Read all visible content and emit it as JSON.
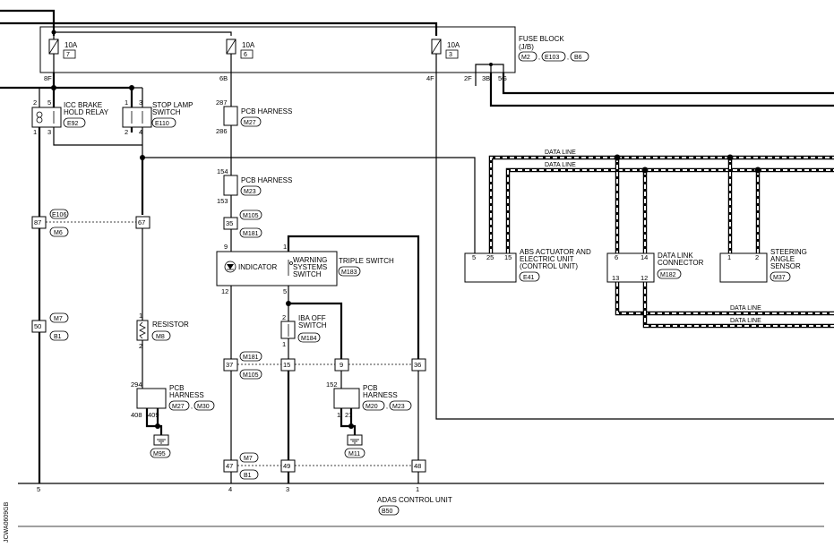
{
  "fuse_block": {
    "title_line1": "FUSE BLOCK",
    "title_line2": "(J/B)",
    "connectors": [
      "M2",
      "E103",
      "B6"
    ],
    "fuses": [
      {
        "amp": "10A",
        "num": "7",
        "pin": "8F"
      },
      {
        "amp": "10A",
        "num": "6",
        "pin": "6B"
      },
      {
        "amp": "10A",
        "num": "3",
        "pin": "4F"
      }
    ],
    "pin_2f": "2F",
    "pin_3b": "3B",
    "pin_5g": "5G"
  },
  "icc_relay": {
    "label_line1": "ICC BRAKE",
    "label_line2": "HOLD RELAY",
    "connector": "E92",
    "pins": [
      "2",
      "5",
      "1",
      "3"
    ]
  },
  "stop_lamp": {
    "label_line1": "STOP LAMP",
    "label_line2": "SWITCH",
    "connector": "E110",
    "pins": [
      "1",
      "3",
      "2",
      "4"
    ]
  },
  "pcb_harness_m27": {
    "label": "PCB HARNESS",
    "connector": "M27",
    "pin_top": "287",
    "pin_bottom": "286"
  },
  "pcb_harness_m23": {
    "label": "PCB HARNESS",
    "connector": "M23",
    "pin_top": "154",
    "pin_bottom": "153"
  },
  "joint_35": {
    "pin": "35",
    "connectors": [
      "M105",
      "M181"
    ]
  },
  "joint_87": {
    "pin": "87",
    "connectors": [
      "E106",
      "M6"
    ]
  },
  "joint_67": {
    "pin": "67"
  },
  "joint_50": {
    "pin": "50",
    "connectors": [
      "M7",
      "B1"
    ]
  },
  "resistor": {
    "label": "RESISTOR",
    "connector": "M8",
    "pin_top": "1",
    "pin_bottom": "2"
  },
  "pcb_harness_m30": {
    "label_line1": "PCB",
    "label_line2": "HARNESS",
    "connectors": [
      "M27",
      "M30"
    ],
    "pins": [
      "294",
      "408",
      "409"
    ],
    "ground": "M95"
  },
  "triple_switch": {
    "title": "TRIPLE SWITCH",
    "connector": "M183",
    "indicator": "INDICATOR",
    "warning_line1": "WARNING",
    "warning_line2": "SYSTEMS",
    "warning_line3": "SWITCH",
    "pins": [
      "9",
      "12",
      "1",
      "5"
    ]
  },
  "iba_switch": {
    "label_line1": "IBA OFF",
    "label_line2": "SWITCH",
    "connector": "M184",
    "pins": [
      "2",
      "1"
    ]
  },
  "row_joints": {
    "pins": [
      "37",
      "15",
      "9",
      "36"
    ],
    "connectors": [
      "M181",
      "M105"
    ]
  },
  "pcb_harness_m20": {
    "label_line1": "PCB",
    "label_line2": "HARNESS",
    "connectors": [
      "M20",
      "M23"
    ],
    "pins": [
      "152",
      "1",
      "21"
    ],
    "ground": "M11"
  },
  "bottom_joints": {
    "pins": [
      "47",
      "49",
      "48"
    ],
    "connectors": [
      "M7",
      "B1"
    ]
  },
  "adas": {
    "label": "ADAS CONTROL UNIT",
    "connector": "B50",
    "pins": [
      "5",
      "4",
      "3",
      "1"
    ]
  },
  "abs": {
    "label_line1": "ABS ACTUATOR AND",
    "label_line2": "ELECTRIC UNIT",
    "label_line3": "(CONTROL UNIT)",
    "connector": "E41",
    "pins": [
      "5",
      "25",
      "15"
    ]
  },
  "dlc": {
    "label_line1": "DATA LINK",
    "label_line2": "CONNECTOR",
    "connector": "M182",
    "pins_top": [
      "6",
      "14"
    ],
    "pins_bottom": [
      "13",
      "12"
    ]
  },
  "steering": {
    "label_line1": "STEERING",
    "label_line2": "ANGLE",
    "label_line3": "SENSOR",
    "connector": "M37",
    "pins": [
      "1",
      "2"
    ]
  },
  "data_line_label": "DATA LINE",
  "side_code": "JCWA0609GB"
}
